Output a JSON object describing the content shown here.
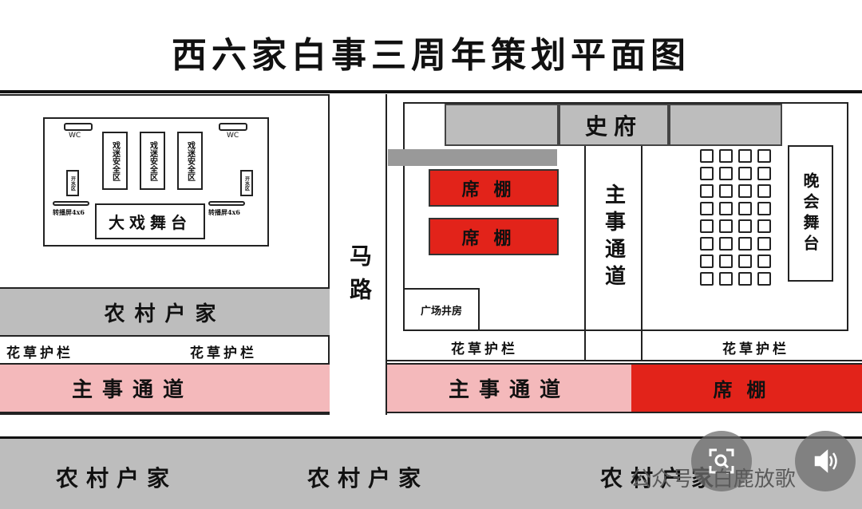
{
  "title": "西六家白事三周年策划平面图",
  "left": {
    "wc_left": "WC",
    "wc_right": "WC",
    "fan_zones": [
      "戏迷安全区",
      "戏迷安全区",
      "戏迷安全区"
    ],
    "water_left": "开水区",
    "water_right": "开水区",
    "screen_left": "转播屏4x6",
    "screen_right": "转播屏4x6",
    "main_stage": "大戏舞台",
    "village_houses": "农村户家",
    "fence": [
      "花草护栏",
      "花草护栏"
    ],
    "main_aisle": "主事通道"
  },
  "road": "马路",
  "right": {
    "residence": "史府",
    "tents": [
      "席棚",
      "席棚"
    ],
    "aisle_vertical": "主事通道",
    "well_room": "广场井房",
    "evening_stage": "晚会舞台",
    "fence": [
      "花草护栏",
      "花草护栏"
    ],
    "main_aisle": "主事通道",
    "tent_bottom": "席棚",
    "seat_grid": {
      "columns": 4,
      "rows": 8
    }
  },
  "bottom": {
    "village_houses": [
      "农村户家",
      "农村户家",
      "农村户家"
    ]
  },
  "watermark": "公众号 · 白鹿放歌",
  "overlay": {
    "scan_icon": "scan-search-icon",
    "sound_icon": "speaker-icon"
  }
}
